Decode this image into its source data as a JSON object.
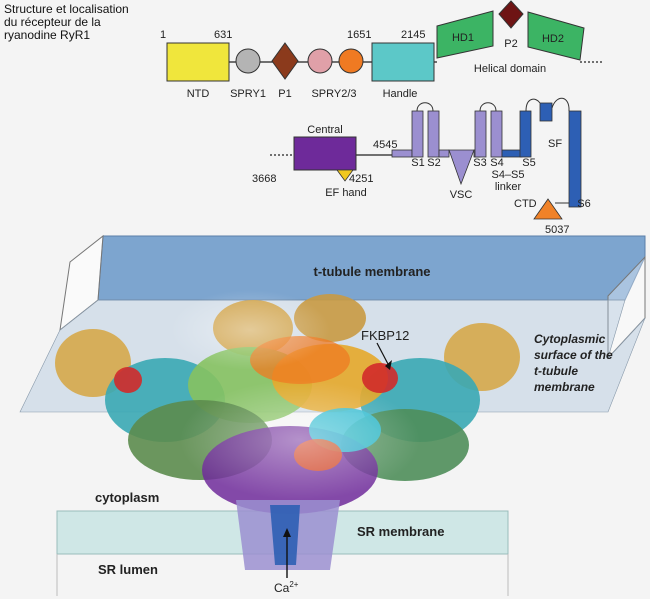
{
  "title_lines": [
    "Structure et localisation",
    "du récepteur de la",
    "ryanodine RyR1"
  ],
  "domain_map": {
    "top_row": {
      "positions": [
        "1",
        "631",
        "1651",
        "2145"
      ],
      "domains": [
        "NTD",
        "SPRY1",
        "P1",
        "SPRY2/3",
        "Handle"
      ],
      "helical": {
        "hd1": "HD1",
        "p2": "P2",
        "hd2": "HD2",
        "caption": "Helical domain"
      }
    },
    "bottom_row": {
      "central": "Central",
      "ef_hand": "EF hand",
      "positions": {
        "p3668": "3668",
        "p4251": "4251",
        "p4545": "4545",
        "p5037": "5037"
      },
      "segments": [
        "S1",
        "S2",
        "S3",
        "S4",
        "S5",
        "S6"
      ],
      "vsc": "VSC",
      "linker": "S4–S5",
      "linker_word": "linker",
      "sf": "SF",
      "ctd": "CTD"
    },
    "colors": {
      "ntd": "#f0e63c",
      "spry1": "#b4b4b4",
      "p1": "#8b3a1c",
      "spry23_a": "#e0a0a8",
      "spry23_b": "#ef7a22",
      "handle": "#5cc8c8",
      "helical": "#3cb464",
      "p2": "#6e1414",
      "central": "#6e2a9a",
      "ef": "#f0c81e",
      "tm_light": "#9b8fd0",
      "tm_dark": "#2d5fb4",
      "ctd": "#f08228"
    }
  },
  "structure": {
    "t_tubule_label": "t-tubule membrane",
    "fkbp_label": "FKBP12",
    "cyto_surface_lines": [
      "Cytoplasmic",
      "surface of the",
      "t-tubule",
      "membrane"
    ],
    "cytoplasm_label": "cytoplasm",
    "sr_membrane_label": "SR membrane",
    "sr_lumen_label": "SR lumen",
    "ca_label": "Ca",
    "ca_sup": "2+"
  }
}
